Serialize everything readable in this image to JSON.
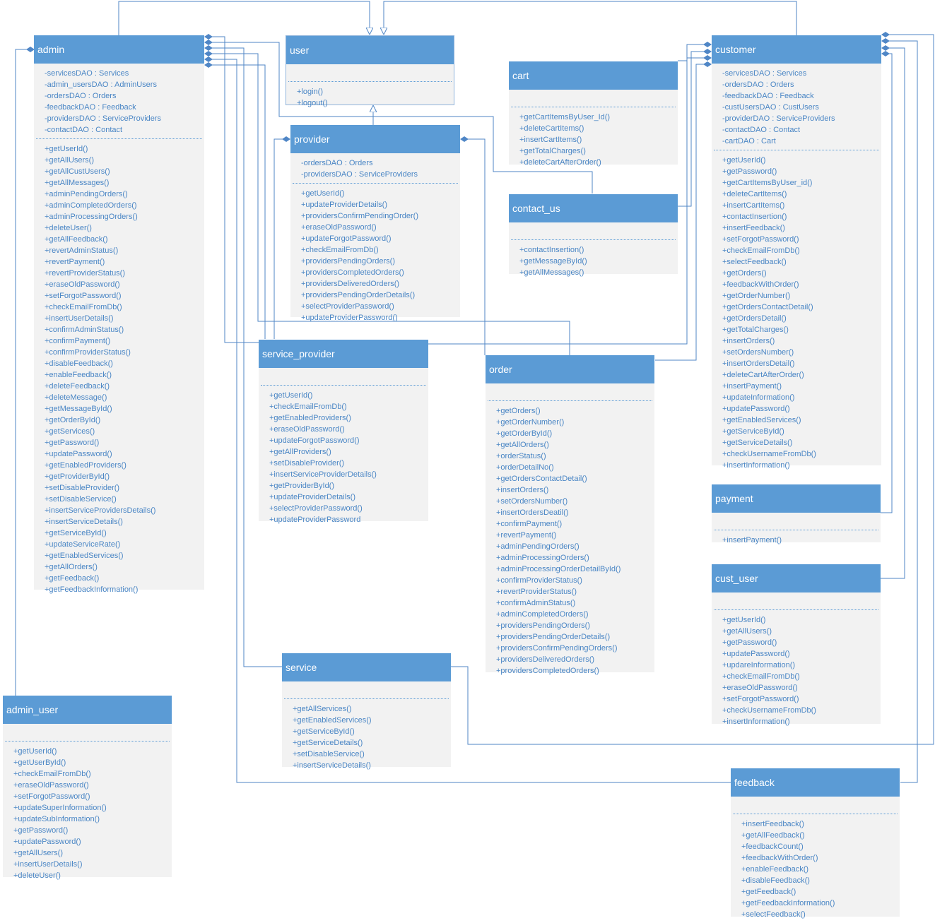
{
  "classes": [
    {
      "id": "admin",
      "name": "admin",
      "attributes": [
        "-servicesDAO : Services",
        "-admin_usersDAO : AdminUsers",
        "-ordersDAO : Orders",
        "-feedbackDAO : Feedback",
        "-providersDAO : ServiceProviders",
        "-contactDAO : Contact"
      ],
      "methods": [
        "+getUserId()",
        "+getAllUsers()",
        "+getAllCustUsers()",
        "+getAllMessages()",
        "+adminPendingOrders()",
        "+adminCompletedOrders()",
        "+adminProcessingOrders()",
        "+deleteUser()",
        "+getAllFeedback()",
        "+revertAdminStatus()",
        "+revertPayment()",
        "+revertProviderStatus()",
        "+eraseOldPassword()",
        "+setForgotPassword()",
        "+checkEmailFromDb()",
        "+insertUserDetails()",
        "+confirmAdminStatus()",
        "+confirmPayment()",
        "+confirmProviderStatus()",
        "+disableFeedback()",
        "+enableFeedback()",
        "+deleteFeedback()",
        "+deleteMessage()",
        "+getMessageById()",
        "+getOrderById()",
        "+getServices()",
        "+getPassword()",
        "+updatePassword()",
        "+getEnabledProviders()",
        "+getProviderById()",
        "+setDisableProvider()",
        "+setDisableService()",
        "+insertServiceProvidersDetails()",
        "+insertServiceDetails()",
        "+getServiceById()",
        "+updateServiceRate()",
        "+getEnabledServices()",
        "+getAllOrders()",
        "+getFeedback()",
        "+getFeedbackInformation()"
      ]
    },
    {
      "id": "user",
      "name": "user",
      "attributes": [],
      "methods": [
        "+login()",
        "+logout()"
      ]
    },
    {
      "id": "cart",
      "name": "cart",
      "attributes": [],
      "methods": [
        "+getCartItemsByUser_Id()",
        "+deleteCartItems()",
        "+insertCartItems()",
        "+getTotalCharges()",
        "+deleteCartAfterOrder()"
      ]
    },
    {
      "id": "customer",
      "name": "customer",
      "attributes": [
        "-servicesDAO : Services",
        "-ordersDAO : Orders",
        "-feedbackDAO : Feedback",
        "-custUsersDAO : CustUsers",
        "-providerDAO : ServiceProviders",
        "-contactDAO : Contact",
        "-cartDAO : Cart"
      ],
      "methods": [
        "+getUserId()",
        "+getPassword()",
        "+getCartItemsByUser_id()",
        "+deleteCartItems()",
        "+insertCartItems()",
        "+contactInsertion()",
        "+insertFeedback()",
        "+setForgotPassword()",
        "+checkEmailFromDb()",
        "+selectFeedback()",
        "+getOrders()",
        "+feedbackWithOrder()",
        "+getOrderNumber()",
        "+getOrdersContactDetail()",
        "+getOrdersDetail()",
        "+getTotalCharges()",
        "+insertOrders()",
        "+setOrdersNumber()",
        "+insertOrdersDetail()",
        "+deleteCartAfterOrder()",
        "+insertPayment()",
        "+updateInformation()",
        "+updatePassword()",
        "+getEnabledServices()",
        "+getServiceById()",
        "+getServiceDetails()",
        "+checkUsernameFromDb()",
        "+insertInformation()"
      ]
    },
    {
      "id": "provider",
      "name": "provider",
      "attributes": [
        "-ordersDAO : Orders",
        "-providersDAO : ServiceProviders"
      ],
      "methods": [
        "+getUserId()",
        "+updateProviderDetails()",
        "+providersConfirmPendingOrder()",
        "+eraseOldPassword()",
        "+updateForgotPassword()",
        "+checkEmailFromDb()",
        "+providersPendingOrders()",
        "+providersCompletedOrders()",
        "+providersDeliveredOrders()",
        "+providersPendingOrderDetails()",
        "+selectProviderPassword()",
        "+updateProviderPassword()"
      ]
    },
    {
      "id": "contact_us",
      "name": "contact_us",
      "attributes": [],
      "methods": [
        "+contactInsertion()",
        "+getMessageById()",
        "+getAllMessages()"
      ]
    },
    {
      "id": "service_provider",
      "name": "service_provider",
      "attributes": [],
      "methods": [
        "+getUserId()",
        "+checkEmailFromDb()",
        "+getEnabledProviders()",
        "+eraseOldPassword()",
        "+updateForgotPassword()",
        "+getAllProviders()",
        "+setDisableProvider()",
        "+insertServiceProviderDetails()",
        "+getProviderById()",
        "+updateProviderDetails()",
        "+selectProviderPassword()",
        "+updateProviderPassword"
      ]
    },
    {
      "id": "order",
      "name": "order",
      "attributes": [],
      "methods": [
        "+getOrders()",
        "+getOrderNumber()",
        "+getOrderById()",
        "+getAllOrders()",
        "+orderStatus()",
        "+orderDetailNo()",
        "+getOrdersContactDetail()",
        "+insertOrders()",
        "+setOrdersNumber()",
        "+insertOrdersDeatil()",
        "+confirmPayment()",
        "+revertPayment()",
        "+adminPendingOrders()",
        "+adminProcessingOrders()",
        "+adminProcessingOrderDetailById()",
        "+confirmProviderStatus()",
        "+revertProviderStatus()",
        "+confirmAdminStatus()",
        "+adminCompletedOrders()",
        "+providersPendingOrders()",
        "+providersPendingOrderDetails()",
        "+providersConfirmPendingOrders()",
        "+providersDeliveredOrders()",
        "+providersCompletedOrders()"
      ]
    },
    {
      "id": "payment",
      "name": "payment",
      "attributes": [],
      "methods": [
        "+insertPayment()"
      ]
    },
    {
      "id": "cust_user",
      "name": "cust_user",
      "attributes": [],
      "methods": [
        "+getUserId()",
        "+getAllUsers()",
        "+getPassword()",
        "+updatePassword()",
        "+updareInformation()",
        "+checkEmailFromDb()",
        "+eraseOldPassword()",
        "+setForgotPassword()",
        "+checkUsernameFromDb()",
        "+insertInformation()"
      ]
    },
    {
      "id": "service",
      "name": "service",
      "attributes": [],
      "methods": [
        "+getAllServices()",
        "+getEnabledServices()",
        "+getServiceById()",
        "+getServiceDetails()",
        "+setDisableService()",
        "+insertServiceDetails()"
      ]
    },
    {
      "id": "admin_user",
      "name": "admin_user",
      "attributes": [],
      "methods": [
        "+getUserId()",
        "+getUserById()",
        "+checkEmailFromDb()",
        "+eraseOldPassword()",
        "+setForgotPassword()",
        "+updateSuperInformation()",
        "+updateSubInformation()",
        "+getPassword()",
        "+updatePassword()",
        "+getAllUsers()",
        "+insertUserDetails()",
        "+deleteUser()"
      ]
    },
    {
      "id": "feedback",
      "name": "feedback",
      "attributes": [],
      "methods": [
        "+insertFeedback()",
        "+getAllFeedback()",
        "+feedbackCount()",
        "+feedbackWithOrder()",
        "+enableFeedback()",
        "+disableFeedback()",
        "+getFeedback()",
        "+getFeedbackInformation()",
        "+selectFeedback()"
      ]
    }
  ],
  "colors": {
    "header": "#5b9bd5",
    "body": "#f2f2f2",
    "text": "#4a86c5",
    "line": "#4f86c6"
  }
}
